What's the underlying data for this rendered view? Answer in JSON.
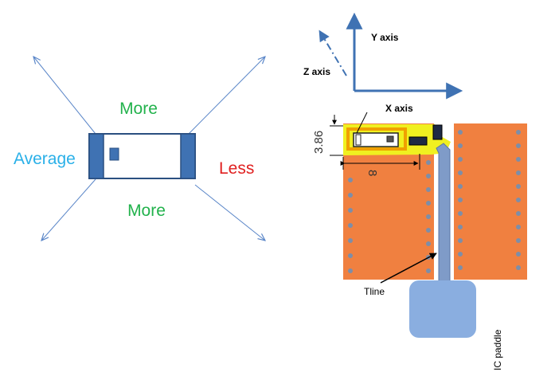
{
  "left_diagram": {
    "label_top": "More",
    "label_bottom": "More",
    "label_left": "Average",
    "label_right": "Less",
    "colors": {
      "more": "#22b24c",
      "average": "#2ab0e8",
      "less": "#e02020",
      "arrow": "#5a86c8",
      "component_fill": "#3f72b3",
      "component_stroke": "#2a4f80"
    }
  },
  "right_diagram": {
    "axis_y": "Y axis",
    "axis_z": "Z axis",
    "axis_x": "X  axis",
    "dim_height": "3.86",
    "dim_width": "8",
    "label_tline": "Tline",
    "label_paddle": "IC paddle",
    "colors": {
      "board": "#f08040",
      "pad_highlight": "#f0f020",
      "pad_outline": "#f0a000",
      "via": "#7d8ea8",
      "tline": "#7f9bc8",
      "paddle": "#8aaee0",
      "axis": "#3f72b3"
    }
  }
}
